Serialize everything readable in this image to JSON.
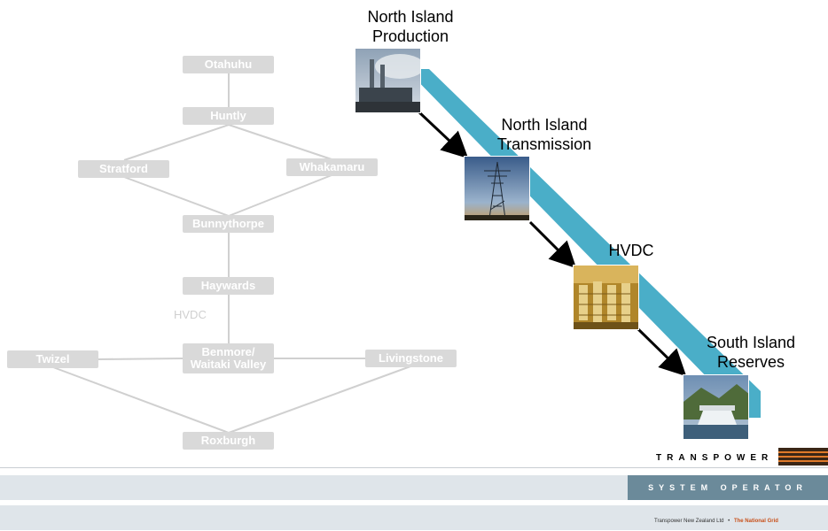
{
  "network": {
    "nodes": {
      "otahuhu": "Otahuhu",
      "huntly": "Huntly",
      "stratford": "Stratford",
      "whakamaru": "Whakamaru",
      "bunnythorpe": "Bunnythorpe",
      "haywards": "Haywards",
      "benmore_line1": "Benmore/",
      "benmore_line2": "Waitaki Valley",
      "twizel": "Twizel",
      "livingstone": "Livingstone",
      "roxburgh": "Roxburgh"
    },
    "hvdc_label": "HVDC"
  },
  "stages": [
    {
      "line1": "North Island",
      "line2": "Production",
      "image": "power-station-photo"
    },
    {
      "line1": "North Island",
      "line2": "Transmission",
      "image": "transmission-tower-photo"
    },
    {
      "line1": "HVDC",
      "line2": "",
      "image": "converter-station-photo"
    },
    {
      "line1": "South Island",
      "line2": "Reserves",
      "image": "hydro-dam-photo"
    }
  ],
  "colors": {
    "band": "#4aaec8",
    "node_fill": "#d9d9d9",
    "line": "#d0d0d0",
    "footer_band": "#dfe5ea",
    "system_operator_bg": "#6b8a9a"
  },
  "footer": {
    "brand": "TRANSPOWER",
    "system_operator": "SYSTEM OPERATOR",
    "company": "Transpower New Zealand Ltd",
    "separator": "•",
    "tagline": "The National Grid"
  }
}
